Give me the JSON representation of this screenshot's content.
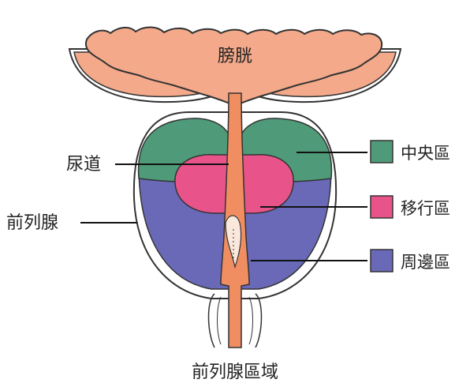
{
  "caption": "前列腺區域",
  "labels": {
    "bladder": "膀胱",
    "urethra": "尿道",
    "prostate": "前列腺"
  },
  "legend": [
    {
      "label": "中央區",
      "color": "#4f9a78"
    },
    {
      "label": "移行區",
      "color": "#e8548a"
    },
    {
      "label": "周邊區",
      "color": "#6a69b8"
    }
  ],
  "colors": {
    "bladder": "#f3a98a",
    "urethra": "#f08e62",
    "outline": "#333333"
  }
}
